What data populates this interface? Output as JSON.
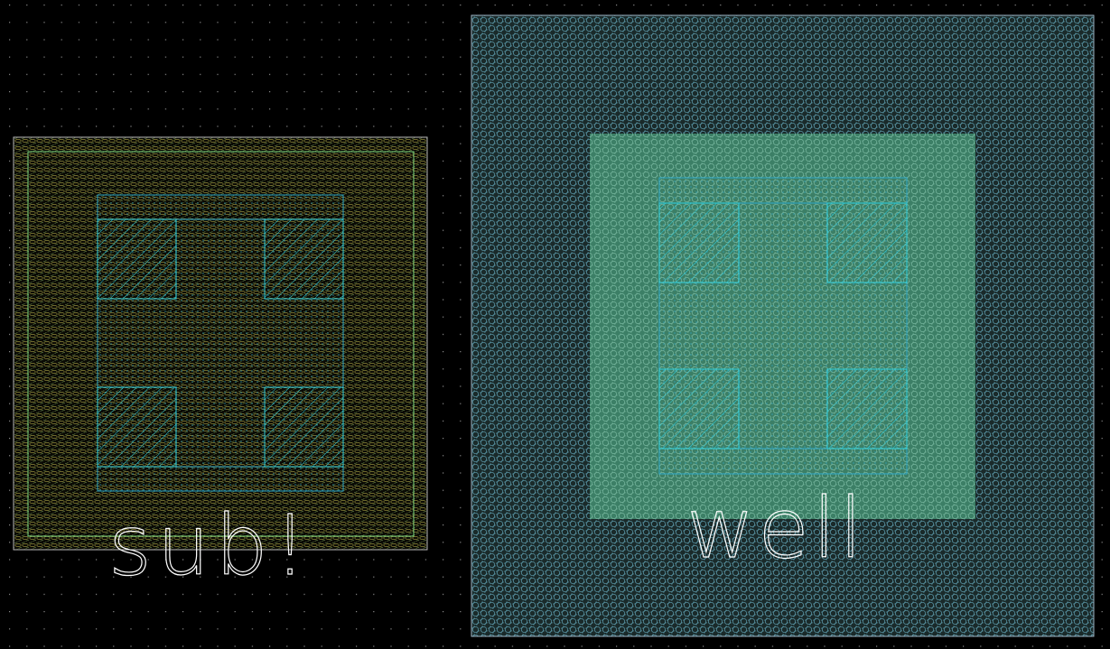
{
  "layout_view": {
    "background_color": "#000000",
    "grid_dot_color": "#8a8a8a"
  },
  "cells": [
    {
      "id": "subcontact",
      "label": "sub!",
      "colors": {
        "outer_boundary": "#b9b9b9",
        "inner_implant": "#7fd97f",
        "implant_hatch": "#9a8a3a",
        "diffusion": "#2fa8c8",
        "contact": "#2fd0e0"
      }
    },
    {
      "id": "wellcontact",
      "label": "well",
      "colors": {
        "nwell_boundary": "#9fb7c7",
        "nwell_hatch": "#4f8f9f",
        "implant_fill": "#3f8f6f",
        "diffusion": "#2fa8c8",
        "contact": "#2fd0e0"
      }
    }
  ]
}
